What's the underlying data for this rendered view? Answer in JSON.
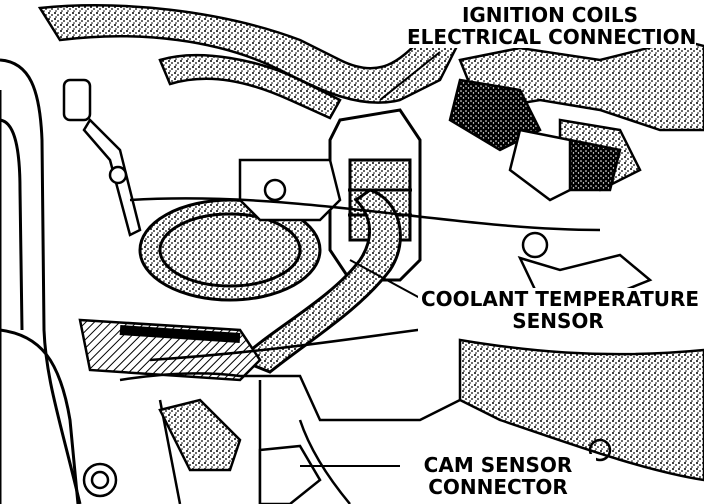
{
  "diagram": {
    "callouts": {
      "ignition_coils": {
        "line1": "IGNITION COILS",
        "line2": "ELECTRICAL CONNECTION"
      },
      "coolant_sensor": {
        "line1": "COOLANT TEMPERATURE",
        "line2": "SENSOR"
      },
      "cam_sensor": {
        "line1": "CAM SENSOR",
        "line2": "CONNECTOR"
      }
    },
    "colors": {
      "ink": "#000000",
      "paper": "#ffffff"
    }
  }
}
